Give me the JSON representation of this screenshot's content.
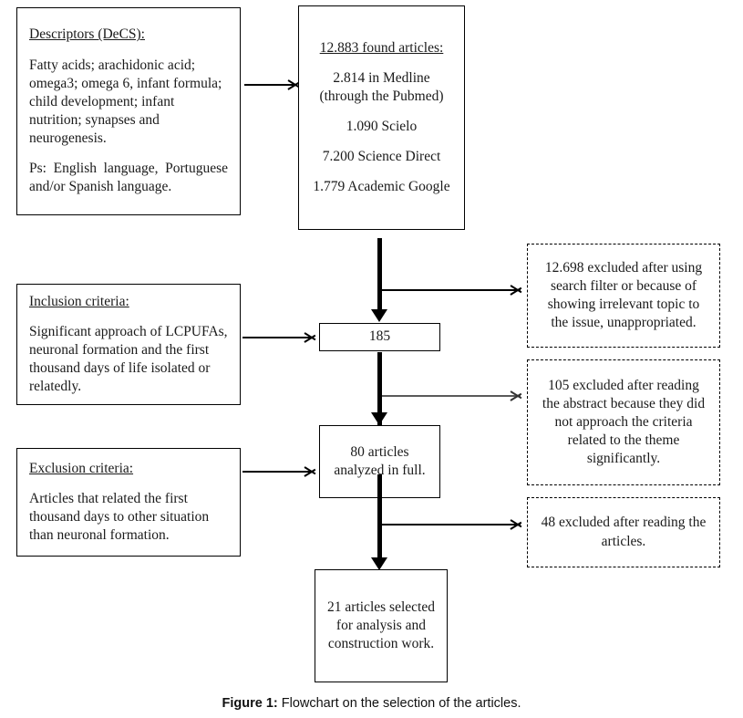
{
  "figure": {
    "label": "Figure 1:",
    "caption": "Flowchart on the selection of the articles."
  },
  "boxes": {
    "descriptors": {
      "heading": "Descriptors (DeCS):",
      "body": "Fatty acids; arachidonic acid; omega3; omega 6, infant formula; child development; infant nutrition; synapses and neurogenesis.",
      "note": "Ps: English language, Portuguese and/or Spanish language."
    },
    "found_articles": {
      "heading": "12.883 found articles:",
      "lines": [
        "2.814 in Medline (through the Pubmed)",
        "1.090 Scielo",
        "7.200 Science Direct",
        "1.779 Academic Google"
      ]
    },
    "inclusion": {
      "heading": "Inclusion criteria:",
      "body": "Significant approach of LCPUFAs, neuronal formation and the first thousand days of life isolated or relatedly."
    },
    "exclusion": {
      "heading": "Exclusion criteria:",
      "body": "Articles that related the first thousand days to other situation than neuronal formation."
    },
    "screened_185": {
      "text": "185"
    },
    "analyzed_80": {
      "text": "80 articles analyzed in full."
    },
    "selected_21": {
      "text": "21 articles selected for analysis and construction work."
    },
    "excluded_12698": {
      "text": "12.698 excluded after using search filter or because of showing irrelevant topic to the issue, unappropriated."
    },
    "excluded_105": {
      "text": "105 excluded after reading the abstract because they did not approach the criteria related to the theme significantly."
    },
    "excluded_48": {
      "text": "48 excluded after reading the articles."
    }
  },
  "colors": {
    "stroke": "#000000",
    "stroke_gray": "#5a5a5a",
    "background": "#ffffff",
    "text": "#1a1a1a"
  }
}
